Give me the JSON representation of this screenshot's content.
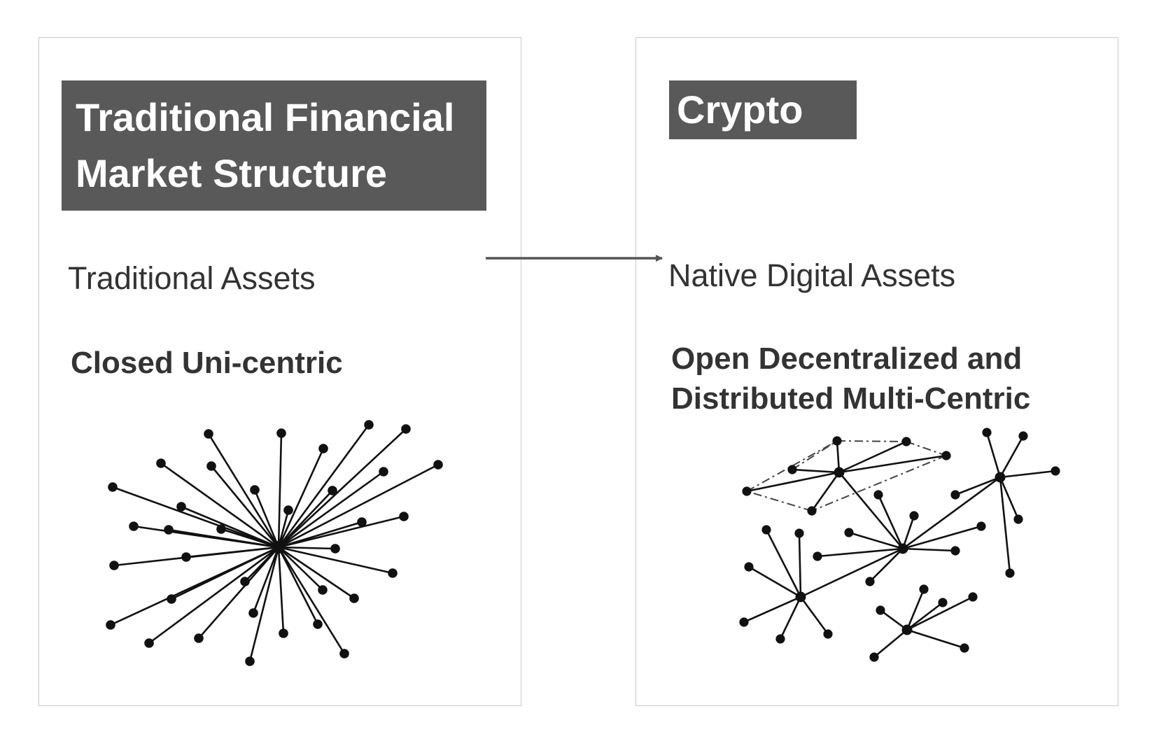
{
  "left_panel": {
    "title": "Traditional Financial Market Structure",
    "subtitle": "Traditional Assets",
    "structure": "Closed Uni-centric"
  },
  "right_panel": {
    "title": "Crypto",
    "subtitle": "Native Digital Assets",
    "structure": "Open Decentralized and Distributed Multi-Centric"
  },
  "colors": {
    "title_background": "#595959",
    "title_text": "#ffffff",
    "body_text": "#333333",
    "panel_border": "#c9c9c9",
    "arrow": "#555555",
    "network": "#111111"
  }
}
